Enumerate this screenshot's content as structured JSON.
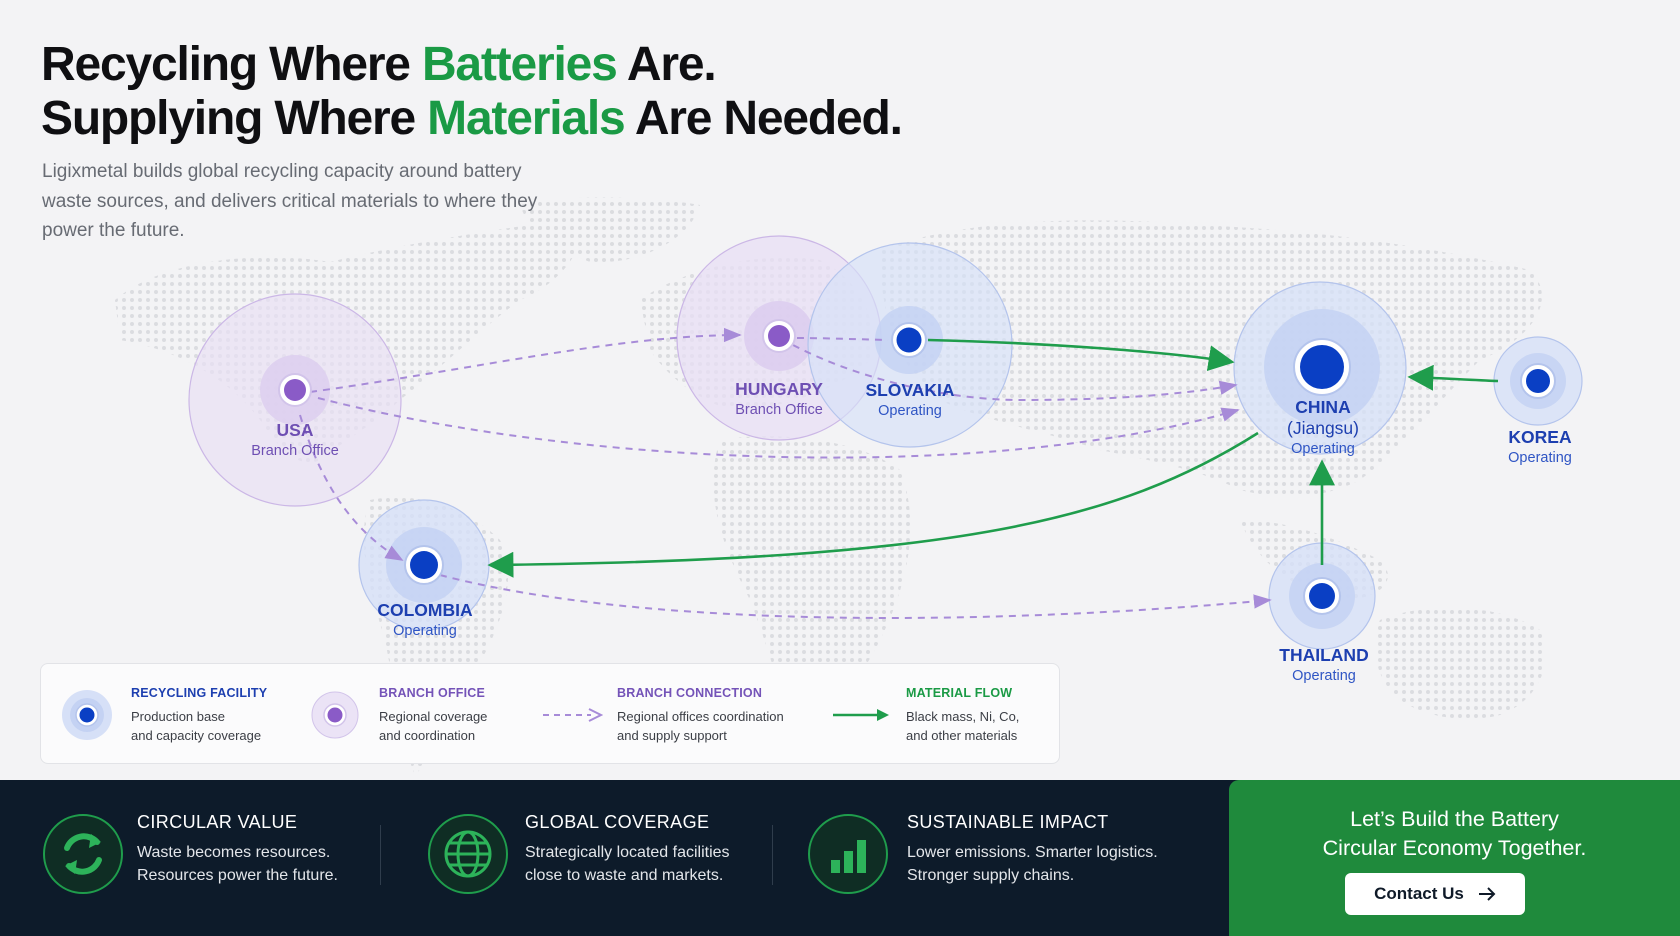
{
  "headline": {
    "line1_a": "Recycling Where ",
    "line1_accent": "Batteries",
    "line1_b": " Are.",
    "line2_a": "Supplying Where ",
    "line2_accent": "Materials",
    "line2_b": " Are Needed."
  },
  "subtitle": "Ligixmetal builds global recycling capacity around battery waste sources, and delivers critical materials to where they power the future.",
  "nodes": {
    "usa": {
      "name": "USA",
      "status": "Branch Office"
    },
    "hungary": {
      "name": "HUNGARY",
      "status": "Branch Office"
    },
    "slovakia": {
      "name": "SLOVAKIA",
      "status": "Operating"
    },
    "china_name": "CHINA",
    "china_region": "(Jiangsu)",
    "china_status": "Operating",
    "korea": {
      "name": "KOREA",
      "status": "Operating"
    },
    "colombia": {
      "name": "COLOMBIA",
      "status": "Operating"
    },
    "thailand": {
      "name": "THAILAND",
      "status": "Operating"
    }
  },
  "legend": {
    "recycling": {
      "title": "RECYCLING FACILITY",
      "desc": "Production base\nand capacity coverage"
    },
    "branch": {
      "title": "BRANCH OFFICE",
      "desc": "Regional coverage\nand coordination"
    },
    "connection": {
      "title": "BRANCH CONNECTION",
      "desc": "Regional offices coordination\nand supply support"
    },
    "flow": {
      "title": "MATERIAL FLOW",
      "desc": "Black mass, Ni, Co,\nand other materials"
    }
  },
  "features": [
    {
      "title": "CIRCULAR VALUE",
      "desc": "Waste becomes resources.\nResources power the future.",
      "icon": "recycle-icon"
    },
    {
      "title": "GLOBAL COVERAGE",
      "desc": "Strategically located facilities\nclose to waste and markets.",
      "icon": "globe-icon"
    },
    {
      "title": "SUSTAINABLE IMPACT",
      "desc": "Lower emissions. Smarter logistics.\nStronger supply chains.",
      "icon": "bar-chart-icon"
    }
  ],
  "cta": {
    "text": "Let’s Build the Battery\nCircular Economy Together.",
    "button": "Contact Us",
    "button_icon": "arrow-right-icon"
  },
  "colors": {
    "operating": "#0a3fc4",
    "branch": "#8a5bc7",
    "material_flow": "#1f9d4c",
    "connection": "#a78bd8",
    "accent_green": "#1a9a45",
    "footer_bg": "#0d1b2a",
    "cta_bg": "#1f8a3c"
  }
}
